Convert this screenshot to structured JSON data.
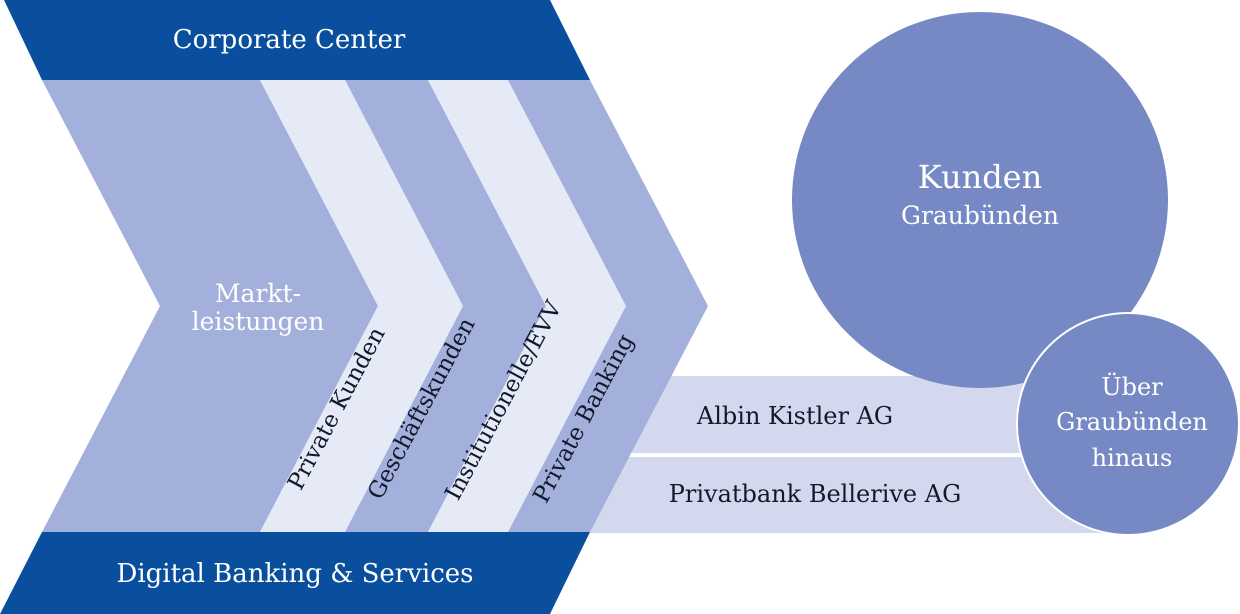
{
  "top_band": {
    "label": "Corporate Center"
  },
  "bottom_band": {
    "label": "Digital Banking & Services"
  },
  "main_chevron": {
    "line1": "Markt-",
    "line2": "leistungen"
  },
  "segments": [
    {
      "label": "Private Kunden"
    },
    {
      "label": "Geschäftskunden"
    },
    {
      "label": "Institutionelle/EVV"
    },
    {
      "label": "Private Banking"
    }
  ],
  "subsidiaries": [
    {
      "label": "Albin Kistler AG"
    },
    {
      "label": "Privatbank Bellerive AG"
    }
  ],
  "big_circle": {
    "title": "Kunden",
    "subtitle": "Graubünden"
  },
  "small_circle": {
    "line1": "Über",
    "line2": "Graubünden",
    "line3": "hinaus"
  },
  "colors": {
    "dark_blue": "#0a4f9e",
    "medium": "#a3b0dc",
    "light": "#e6e9f6",
    "band": "#d3d8ee",
    "circle": "#7689c5"
  }
}
